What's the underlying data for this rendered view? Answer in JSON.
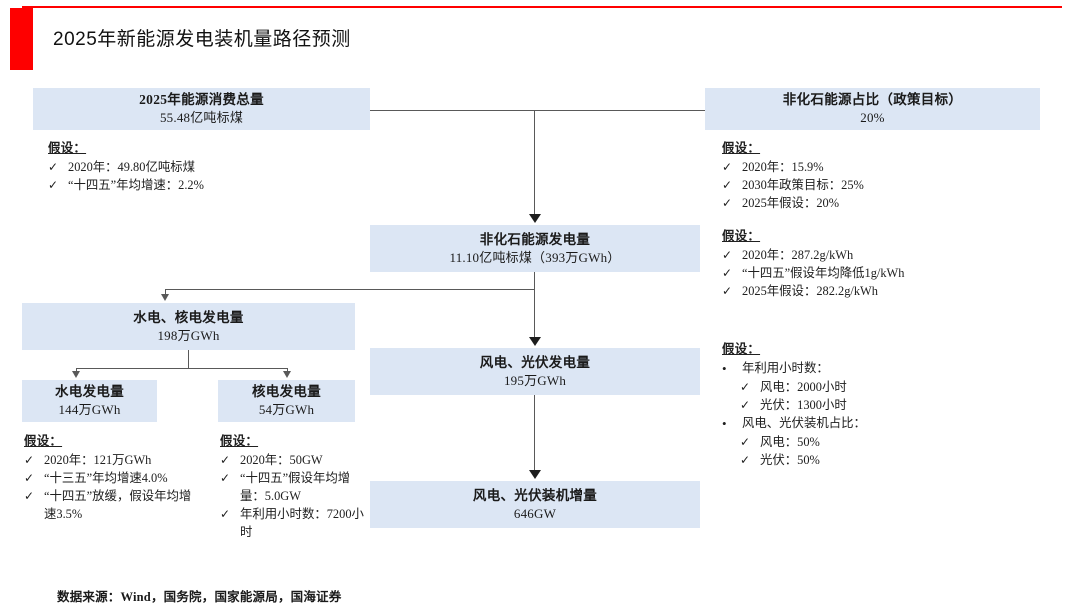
{
  "page": {
    "title": "2025年新能源发电装机量路径预测",
    "accent_color": "#fe0000",
    "node_fill": "#dce6f4",
    "connector_color": "#595959",
    "source_note": "数据来源：Wind，国务院，国家能源局，国海证券"
  },
  "nodes": {
    "total_energy": {
      "title": "2025年能源消费总量",
      "value": "55.48亿吨标煤"
    },
    "nonfossil_share": {
      "title": "非化石能源占比（政策目标）",
      "value": "20%"
    },
    "nonfossil_gen": {
      "title": "非化石能源发电量",
      "value": "11.10亿吨标煤（393万GWh）"
    },
    "hydro_nuclear": {
      "title": "水电、核电发电量",
      "value": "198万GWh"
    },
    "hydro": {
      "title": "水电发电量",
      "value": "144万GWh"
    },
    "nuclear": {
      "title": "核电发电量",
      "value": "54万GWh"
    },
    "wind_solar_gen": {
      "title": "风电、光伏发电量",
      "value": "195万GWh"
    },
    "wind_solar_cap": {
      "title": "风电、光伏装机增量",
      "value": "646GW"
    }
  },
  "assumptions": {
    "heading": "假设：",
    "total_energy": {
      "heading": "假设：",
      "items": [
        {
          "mark": "✓",
          "text": "2020年：49.80亿吨标煤"
        },
        {
          "mark": "✓",
          "text": "“十四五”年均增速：2.2%"
        }
      ]
    },
    "nonfossil_share": {
      "heading": "假设：",
      "items": [
        {
          "mark": "✓",
          "text": "2020年：15.9%"
        },
        {
          "mark": "✓",
          "text": "2030年政策目标：25%"
        },
        {
          "mark": "✓",
          "text": "2025年假设：20%"
        }
      ]
    },
    "coal_rate": {
      "heading": "假设：",
      "items": [
        {
          "mark": "✓",
          "text": "2020年：287.2g/kWh"
        },
        {
          "mark": "✓",
          "text": "“十四五”假设年均降低1g/kWh"
        },
        {
          "mark": "✓",
          "text": "2025年假设：282.2g/kWh"
        }
      ]
    },
    "wind_solar": {
      "heading": "假设：",
      "items": [
        {
          "mark": "•",
          "level": 1,
          "text": "年利用小时数："
        },
        {
          "mark": "✓",
          "level": 2,
          "text": "风电：2000小时"
        },
        {
          "mark": "✓",
          "level": 2,
          "text": "光伏：1300小时"
        },
        {
          "mark": "•",
          "level": 1,
          "text": "风电、光伏装机占比："
        },
        {
          "mark": "✓",
          "level": 2,
          "text": "风电：50%"
        },
        {
          "mark": "✓",
          "level": 2,
          "text": "光伏：50%"
        }
      ]
    },
    "hydro": {
      "heading": "假设：",
      "items": [
        {
          "mark": "✓",
          "text": "2020年：121万GWh"
        },
        {
          "mark": "✓",
          "text": "“十三五”年均增速4.0%"
        },
        {
          "mark": "✓",
          "text": "“十四五”放缓，假设年均增速3.5%"
        }
      ]
    },
    "nuclear": {
      "heading": "假设：",
      "items": [
        {
          "mark": "✓",
          "text": "2020年：50GW"
        },
        {
          "mark": "✓",
          "text": "“十四五”假设年均增量：5.0GW"
        },
        {
          "mark": "✓",
          "text": "年利用小时数：7200小时"
        }
      ]
    }
  }
}
